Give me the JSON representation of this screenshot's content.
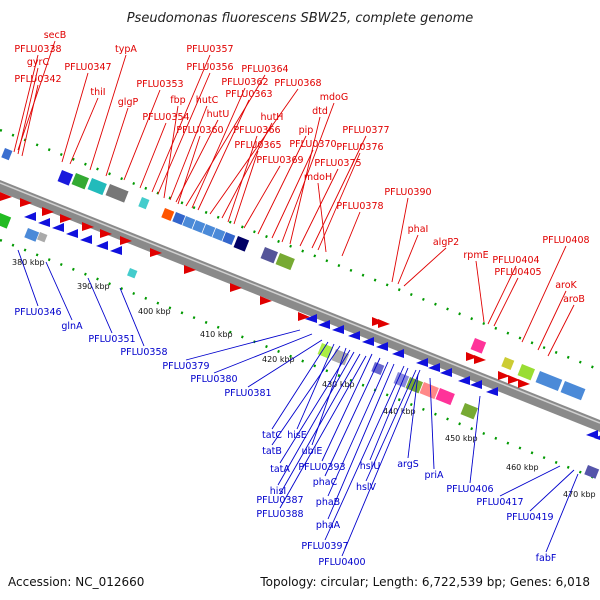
{
  "title": "Pseudomonas fluorescens SBW25, complete genome",
  "footer": {
    "accession": "Accession: NC_012660",
    "summary": "Topology: circular; Length: 6,722,539 bp; Genes: 6,018"
  },
  "colors": {
    "forward_strand": "#e00000",
    "reverse_strand": "#0000cc",
    "backbone": "#8a8a8a",
    "tick": "#009900"
  },
  "scale_ticks": [
    "380 kbp",
    "390 kbp",
    "400 kbp",
    "410 kbp",
    "420 kbp",
    "430 kbp",
    "440 kbp",
    "450 kbp",
    "460 kbp",
    "470 kbp"
  ],
  "forward_labels": [
    "secB",
    "PFLU0338",
    "gyrC",
    "PFLU0342",
    "PFLU0347",
    "thiI",
    "typA",
    "glgP",
    "PFLU0353",
    "PFLU0354",
    "PFLU0357",
    "PFLU0356",
    "fbp",
    "hutC",
    "hutU",
    "PFLU0360",
    "PFLU0364",
    "PFLU0362",
    "PFLU0363",
    "PFLU0368",
    "hutH",
    "PFLU0366",
    "PFLU0365",
    "PFLU0369",
    "pip",
    "PFLU0370",
    "mdoG",
    "dtd",
    "PFLU0375",
    "PFLU0377",
    "PFLU0376",
    "mdoH",
    "PFLU0378",
    "PFLU0390",
    "phaI",
    "algP2",
    "rpmE",
    "PFLU0404",
    "PFLU0405",
    "PFLU0408",
    "aroK",
    "aroB"
  ],
  "reverse_labels": [
    "PFLU0346",
    "glnA",
    "PFLU0351",
    "PFLU0358",
    "PFLU0379",
    "PFLU0380",
    "PFLU0381",
    "tatC",
    "hisE",
    "tatB",
    "ubiE",
    "tatA",
    "PFLU0393",
    "hisI",
    "phaC",
    "PFLU0387",
    "PFLU0388",
    "phaB",
    "phaA",
    "hslU",
    "hslV",
    "argS",
    "priA",
    "PFLU0397",
    "PFLU0400",
    "PFLU0406",
    "PFLU0417",
    "PFLU0419",
    "fabF"
  ]
}
